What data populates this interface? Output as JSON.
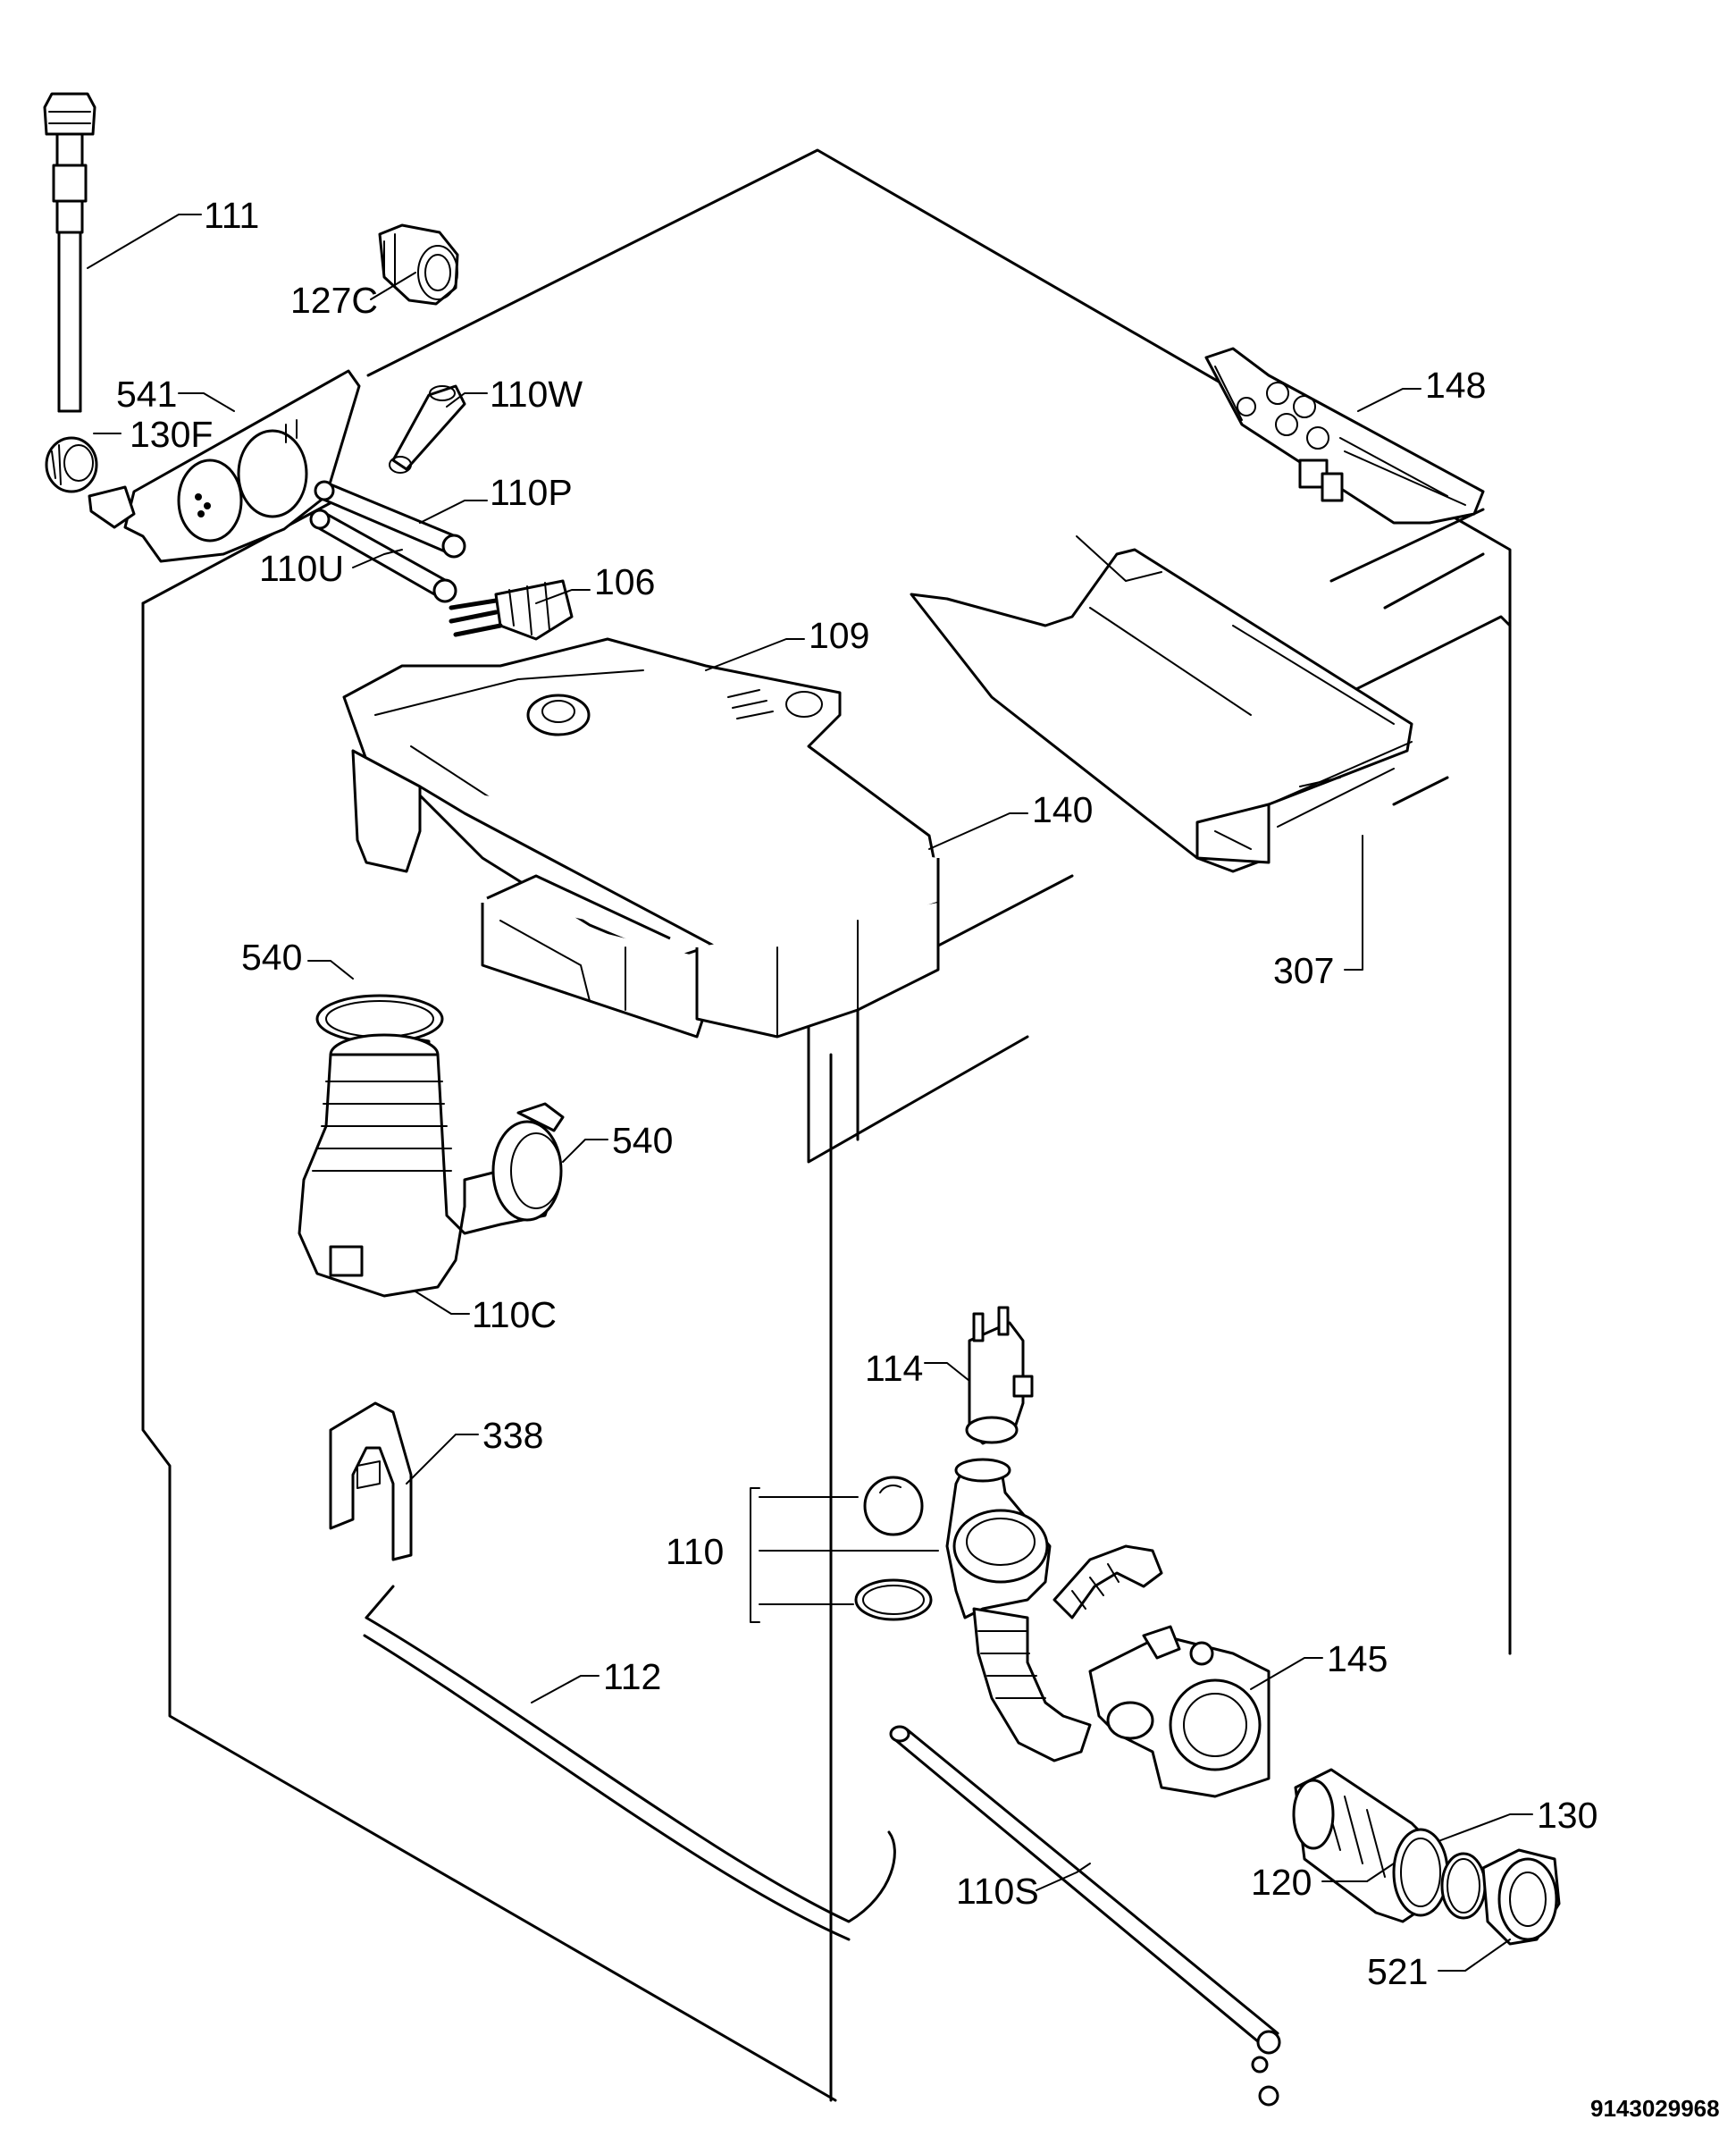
{
  "parts": {
    "p111": "111",
    "p127C": "127C",
    "p541": "541",
    "p130F": "130F",
    "p110W": "110W",
    "p110P": "110P",
    "p110U": "110U",
    "p106": "106",
    "p109": "109",
    "p148": "148",
    "p140": "140",
    "p307": "307",
    "p540a": "540",
    "p540b": "540",
    "p110C": "110C",
    "p114": "114",
    "p338": "338",
    "p110": "110",
    "p112": "112",
    "p145": "145",
    "p130": "130",
    "p120": "120",
    "p110S": "110S",
    "p521": "521"
  },
  "document_code": "9143029968"
}
